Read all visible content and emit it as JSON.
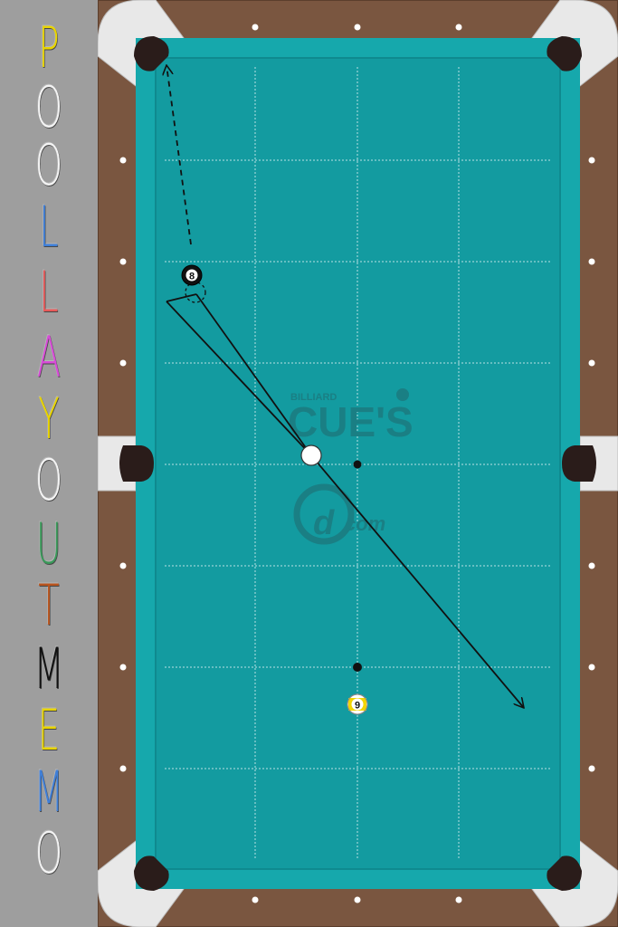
{
  "sidebar": {
    "title": "POOL LAYOUT MEMO",
    "letters": [
      {
        "char": "P",
        "color": "#e8d400"
      },
      {
        "char": "O",
        "color": "#f4f4f4"
      },
      {
        "char": "O",
        "color": "#f4f4f4"
      },
      {
        "char": "L",
        "color": "#3f7fd8"
      },
      {
        "char": "L",
        "color": "#e85a5a"
      },
      {
        "char": "A",
        "color": "#d84bd8"
      },
      {
        "char": "Y",
        "color": "#e8d400"
      },
      {
        "char": "O",
        "color": "#f4f4f4"
      },
      {
        "char": "U",
        "color": "#3a9a5a"
      },
      {
        "char": "T",
        "color": "#b8541e"
      },
      {
        "char": "M",
        "color": "#111111"
      },
      {
        "char": "E",
        "color": "#e8d400"
      },
      {
        "char": "M",
        "color": "#3f7fd8"
      },
      {
        "char": "O",
        "color": "#f4f4f4"
      }
    ]
  },
  "table": {
    "colors": {
      "felt": "#139ba0",
      "rail": "#7a5640",
      "cushion": "#16a8ac",
      "pocket": "#2a1c1a",
      "corner": "#e8e8e8",
      "diamond": "#ffffff",
      "grid": "#ffffff"
    },
    "watermark": {
      "small": "BILLIARD",
      "big": "CUE'S",
      "logo_suffix": "com",
      "color": "#1a7f84"
    },
    "balls": [
      {
        "id": "cue",
        "label": "",
        "kind": "cue"
      },
      {
        "id": "8",
        "label": "8",
        "kind": "eight"
      },
      {
        "id": "9",
        "label": "9",
        "kind": "nine"
      }
    ]
  }
}
